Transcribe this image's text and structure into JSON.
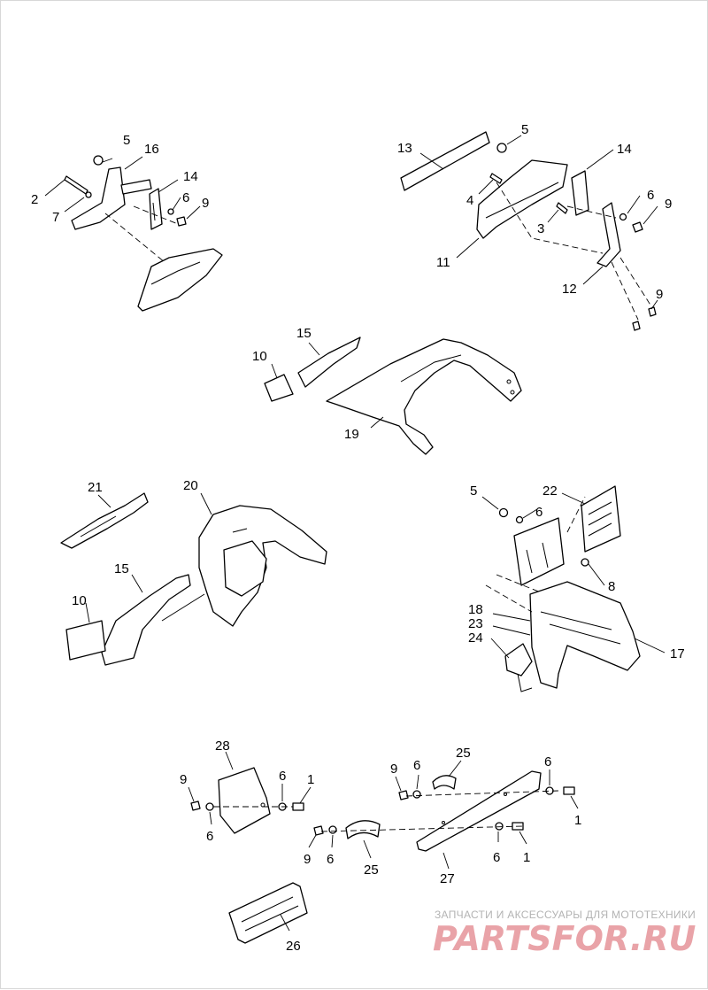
{
  "diagram": {
    "callouts": {
      "g1": [
        "5",
        "16",
        "2",
        "7",
        "14",
        "6",
        "9"
      ],
      "g2": [
        "13",
        "5",
        "14",
        "4",
        "6",
        "9",
        "3",
        "11",
        "12",
        "9"
      ],
      "g3": [
        "15",
        "10",
        "19"
      ],
      "g4": [
        "21",
        "20",
        "15",
        "10"
      ],
      "g5": [
        "5",
        "22",
        "6",
        "8",
        "18",
        "23",
        "24",
        "17"
      ],
      "g6": [
        "28",
        "9",
        "6",
        "1",
        "6",
        "9",
        "6",
        "25",
        "6",
        "9",
        "6",
        "25",
        "27",
        "1",
        "6",
        "1",
        "26"
      ]
    }
  },
  "watermark": {
    "tagline": "ЗАПЧАСТИ И АКСЕССУАРЫ ДЛЯ МОТОТЕХНИКИ",
    "logo": "PARTSFOR.RU"
  },
  "colors": {
    "line": "#000000",
    "watermark_logo": "#e9a3a8",
    "watermark_tagline": "#b3b3b3"
  }
}
